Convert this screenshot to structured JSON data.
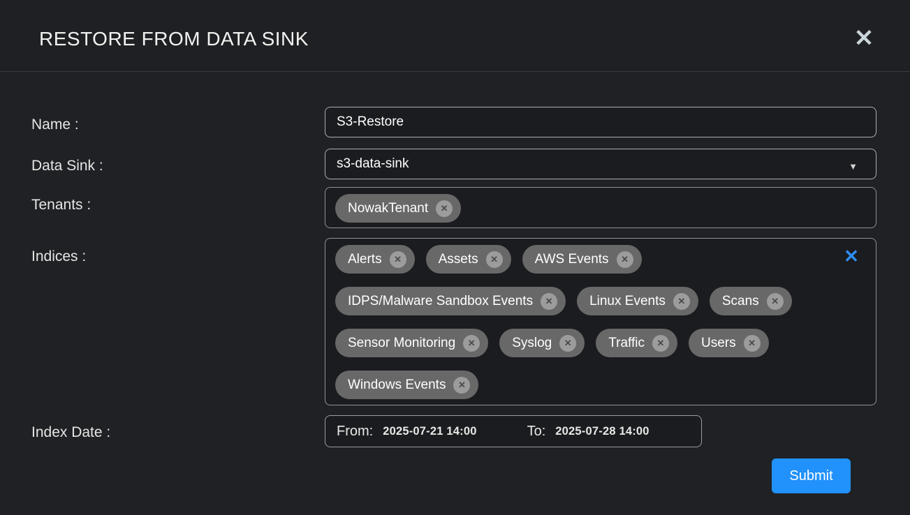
{
  "dialog": {
    "title": "RESTORE FROM DATA SINK"
  },
  "icons": {
    "close": "✕",
    "caret_down": "▼",
    "chip_remove": "✕",
    "clear_all": "✕"
  },
  "form": {
    "name": {
      "label": "Name :",
      "value": "S3-Restore"
    },
    "data_sink": {
      "label": "Data Sink :",
      "selected_value": "s3-data-sink"
    },
    "tenants": {
      "label": "Tenants :",
      "chips": [
        "NowakTenant"
      ]
    },
    "indices": {
      "label": "Indices :",
      "chips": [
        "Alerts",
        "Assets",
        "AWS Events",
        "IDPS/Malware Sandbox Events",
        "Linux Events",
        "Scans",
        "Sensor Monitoring",
        "Syslog",
        "Traffic",
        "Users",
        "Windows Events"
      ]
    },
    "index_date": {
      "label": "Index Date :",
      "from_label": "From:",
      "from_value": "2025-07-21 14:00",
      "to_label": "To:",
      "to_value": "2025-07-28 14:00"
    }
  },
  "actions": {
    "submit_label": "Submit"
  },
  "colors": {
    "accent_blue": "#2191fb",
    "chip_bg": "#686868",
    "background": "#202125"
  }
}
